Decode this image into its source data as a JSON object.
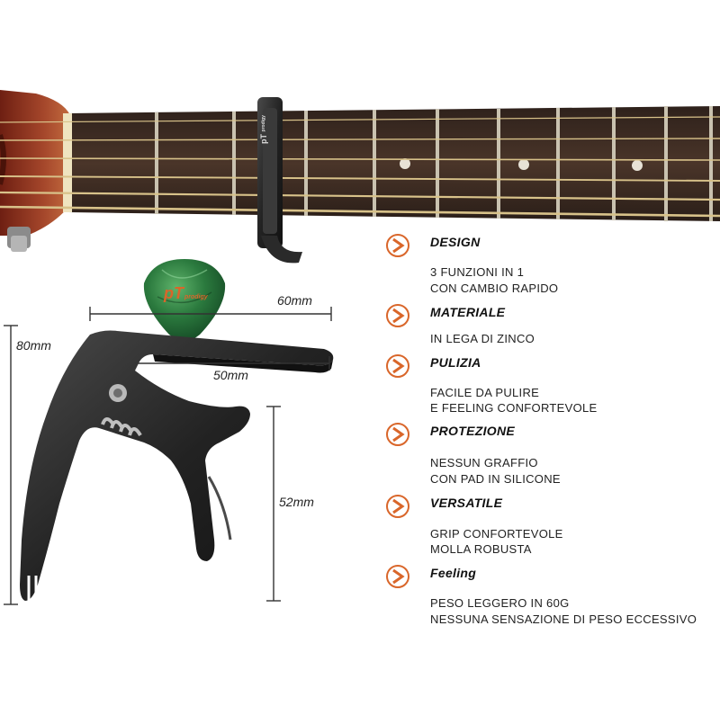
{
  "logo": {
    "text": "pT",
    "small_text": "prodigy"
  },
  "pick_logo": {
    "text": "pT",
    "small_text": "prodigy"
  },
  "dimensions": {
    "top_width": "60mm",
    "inner_width": "50mm",
    "height_total": "80mm",
    "height_handle": "52mm"
  },
  "features": [
    {
      "title": "DESIGN",
      "lines": [
        "3 FUNZIONI IN 1",
        "CON CAMBIO RAPIDO"
      ]
    },
    {
      "title": "MATERIALE",
      "lines": [
        "IN LEGA DI ZINCO"
      ]
    },
    {
      "title": "PULIZIA",
      "lines": [
        "FACILE DA PULIRE",
        "E FEELING CONFORTEVOLE"
      ]
    },
    {
      "title": "PROTEZIONE",
      "lines": [
        "NESSUN GRAFFIO",
        "CON PAD IN SILICONE"
      ]
    },
    {
      "title": "VERSATILE",
      "lines": [
        "GRIP CONFORTEVOLE",
        "MOLLA ROBUSTA"
      ]
    },
    {
      "title": "Feeling",
      "lines": [
        "PESO LEGGERO IN 60G",
        "NESSUNA SENSAZIONE DI PESO ECCESSIVO"
      ]
    }
  ],
  "colors": {
    "accent": "#d9662a",
    "fretboard": "#3b2a22",
    "body": "#8a2f1c",
    "capo": "#2a2a2a",
    "pick": "#2f8a4a"
  }
}
